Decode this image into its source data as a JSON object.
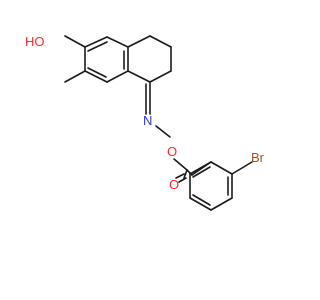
{
  "molecule": {
    "atoms": {
      "hydroxyl": "HO",
      "imine_nitrogen": "N",
      "ester_oxygen": "O",
      "carbonyl_oxygen": "O",
      "bromine": "Br"
    },
    "colors": {
      "bond": "#1a1a1a",
      "oxygen": "#ff2a2a",
      "nitrogen": "#2f3bd6",
      "bromine": "#b34a1c"
    }
  }
}
